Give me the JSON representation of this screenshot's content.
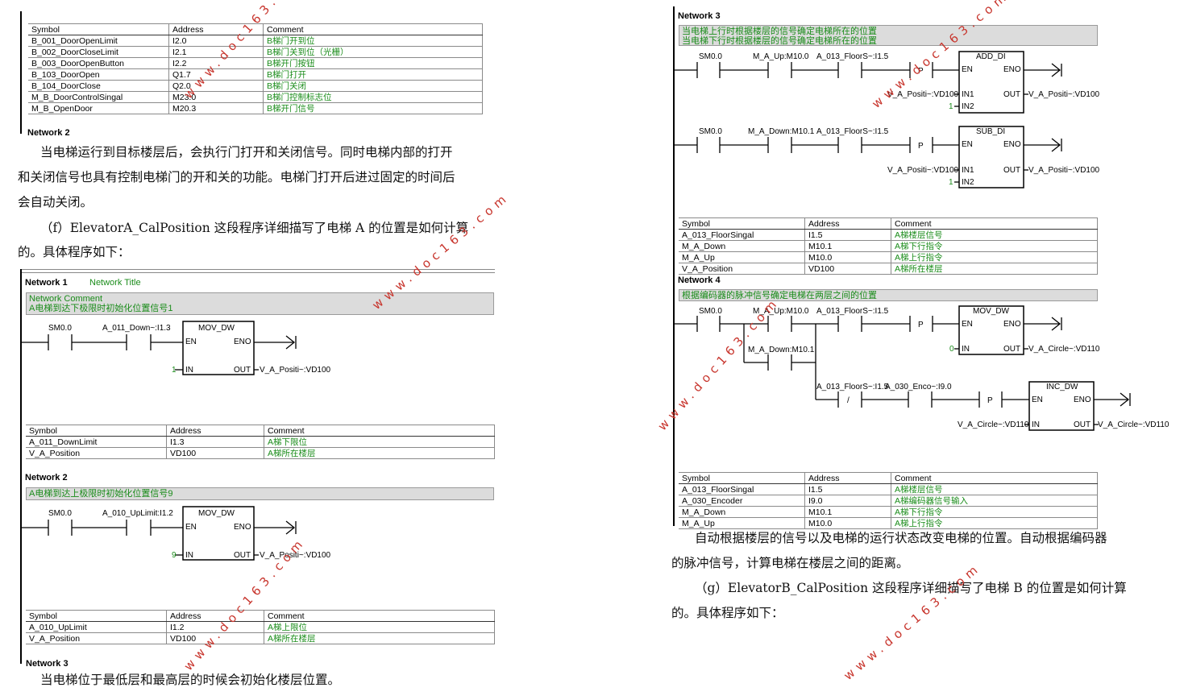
{
  "headers": {
    "symbol": "Symbol",
    "address": "Address",
    "comment": "Comment"
  },
  "top_table": [
    {
      "symbol": "B_001_DoorOpenLimit",
      "address": "I2.0",
      "comment": "B梯门开到位"
    },
    {
      "symbol": "B_002_DoorCloseLimit",
      "address": "I2.1",
      "comment": "B梯门关到位（光栅）"
    },
    {
      "symbol": "B_003_DoorOpenButton",
      "address": "I2.2",
      "comment": "B梯开门按钮"
    },
    {
      "symbol": "B_103_DoorOpen",
      "address": "Q1.7",
      "comment": "B梯门打开"
    },
    {
      "symbol": "B_104_DoorClose",
      "address": "Q2.0",
      "comment": "B梯门关闭"
    },
    {
      "symbol": "M_B_DoorControlSingal",
      "address": "M23.0",
      "comment": "B梯门控制标志位"
    },
    {
      "symbol": "M_B_OpenDoor",
      "address": "M20.3",
      "comment": "B梯开门信号"
    }
  ],
  "cut_label_top": "Network 2",
  "para1": [
    "当电梯运行到目标楼层后，会执行门打开和关闭信号。同时电梯内部的打开",
    "和关闭信号也具有控制电梯门的开和关的功能。电梯门打开后进过固定的时间后",
    "会自动关闭。"
  ],
  "para2": [
    "（f）ElevatorA_CalPosition 这段程序详细描写了电梯 A 的位置是如何计算",
    "的。具体程序如下："
  ],
  "left": {
    "net1_label": "Network 1",
    "net1_title": "Network Title",
    "net1_comment1": "Network Comment",
    "net1_comment2": "A电梯到达下极限时初始化位置信号1",
    "net1_ladder": {
      "c1": "SM0.0",
      "c2": "A_011_Down~:I1.3",
      "block": "MOV_DW",
      "en": "EN",
      "eno": "ENO",
      "in": "IN",
      "out": "OUT",
      "in_val": "1",
      "out_val": "V_A_Positi~:VD100"
    },
    "net1_table": [
      {
        "symbol": "A_011_DownLimit",
        "address": "I1.3",
        "comment": "A梯下限位"
      },
      {
        "symbol": "V_A_Position",
        "address": "VD100",
        "comment": "A梯所在楼层"
      }
    ],
    "net2_label": "Network 2",
    "net2_comment": "A电梯到达上极限时初始化位置信号9",
    "net2_ladder": {
      "c1": "SM0.0",
      "c2": "A_010_UpLimit:I1.2",
      "block": "MOV_DW",
      "en": "EN",
      "eno": "ENO",
      "in": "IN",
      "out": "OUT",
      "in_val": "9",
      "out_val": "V_A_Positi~:VD100"
    },
    "net2_table": [
      {
        "symbol": "A_010_UpLimit",
        "address": "I1.2",
        "comment": "A梯上限位"
      },
      {
        "symbol": "V_A_Position",
        "address": "VD100",
        "comment": "A梯所在楼层"
      }
    ],
    "cut_label_bottom": "Network 3",
    "para3": "当电梯位于最低层和最高层的时候会初始化楼层位置。"
  },
  "right": {
    "net3_label": "Network 3",
    "net3_comment1": "当电梯上行时根据楼层的信号确定电梯所在的位置",
    "net3_comment2": "当电梯下行时根据楼层的信号确定电梯所在的位置",
    "net3_rung1": {
      "c1": "SM0.0",
      "c2": "M_A_Up:M10.0",
      "c3": "A_013_FloorS~:I1.5",
      "p": "P",
      "block": "ADD_DI",
      "en": "EN",
      "eno": "ENO",
      "in1": "IN1",
      "in2": "IN2",
      "out": "OUT",
      "in1_val": "V_A_Positi~:VD100",
      "in2_val": "1",
      "out_val": "V_A_Positi~:VD100"
    },
    "net3_rung2": {
      "c1": "SM0.0",
      "c2": "M_A_Down:M10.1",
      "c3": "A_013_FloorS~:I1.5",
      "p": "P",
      "block": "SUB_DI",
      "en": "EN",
      "eno": "ENO",
      "in1": "IN1",
      "in2": "IN2",
      "out": "OUT",
      "in1_val": "V_A_Positi~:VD100",
      "in2_val": "1",
      "out_val": "V_A_Positi~:VD100"
    },
    "net3_table": [
      {
        "symbol": "A_013_FloorSingal",
        "address": "I1.5",
        "comment": "A梯楼层信号"
      },
      {
        "symbol": "M_A_Down",
        "address": "M10.1",
        "comment": "A梯下行指令"
      },
      {
        "symbol": "M_A_Up",
        "address": "M10.0",
        "comment": "A梯上行指令"
      },
      {
        "symbol": "V_A_Position",
        "address": "VD100",
        "comment": "A梯所在楼层"
      }
    ],
    "net4_label": "Network 4",
    "net4_comment": "根据编码器的脉冲信号确定电梯在两层之间的位置",
    "net4_ladder": {
      "c1": "SM0.0",
      "c2": "M_A_Up:M10.0",
      "c2b": "M_A_Down:M10.1",
      "c3": "A_013_FloorS~:I1.5",
      "c4": "A_013_FloorS~:I1.5",
      "c5": "A_030_Enco~:I9.0",
      "slash": "/",
      "p": "P",
      "block1": "MOV_DW",
      "block2": "INC_DW",
      "en": "EN",
      "eno": "ENO",
      "in": "IN",
      "out": "OUT",
      "b1_in": "0",
      "b1_out": "V_A_Circle~:VD110",
      "b2_in": "V_A_Circle~:VD110",
      "b2_out": "V_A_Circle~:VD110"
    },
    "net4_table": [
      {
        "symbol": "A_013_FloorSingal",
        "address": "I1.5",
        "comment": "A梯楼层信号"
      },
      {
        "symbol": "A_030_Encoder",
        "address": "I9.0",
        "comment": "A梯编码器信号输入"
      },
      {
        "symbol": "M_A_Down",
        "address": "M10.1",
        "comment": "A梯下行指令"
      },
      {
        "symbol": "M_A_Up",
        "address": "M10.0",
        "comment": "A梯上行指令"
      }
    ],
    "para4": [
      "自动根据楼层的信号以及电梯的运行状态改变电梯的位置。自动根据编码器",
      "的脉冲信号，计算电梯在楼层之间的距离。"
    ],
    "para5": [
      "（g）ElevatorB_CalPosition 这段程序详细描写了电梯 B 的位置是如何计算",
      "的。具体程序如下："
    ]
  },
  "watermark": "www.doc163.com"
}
